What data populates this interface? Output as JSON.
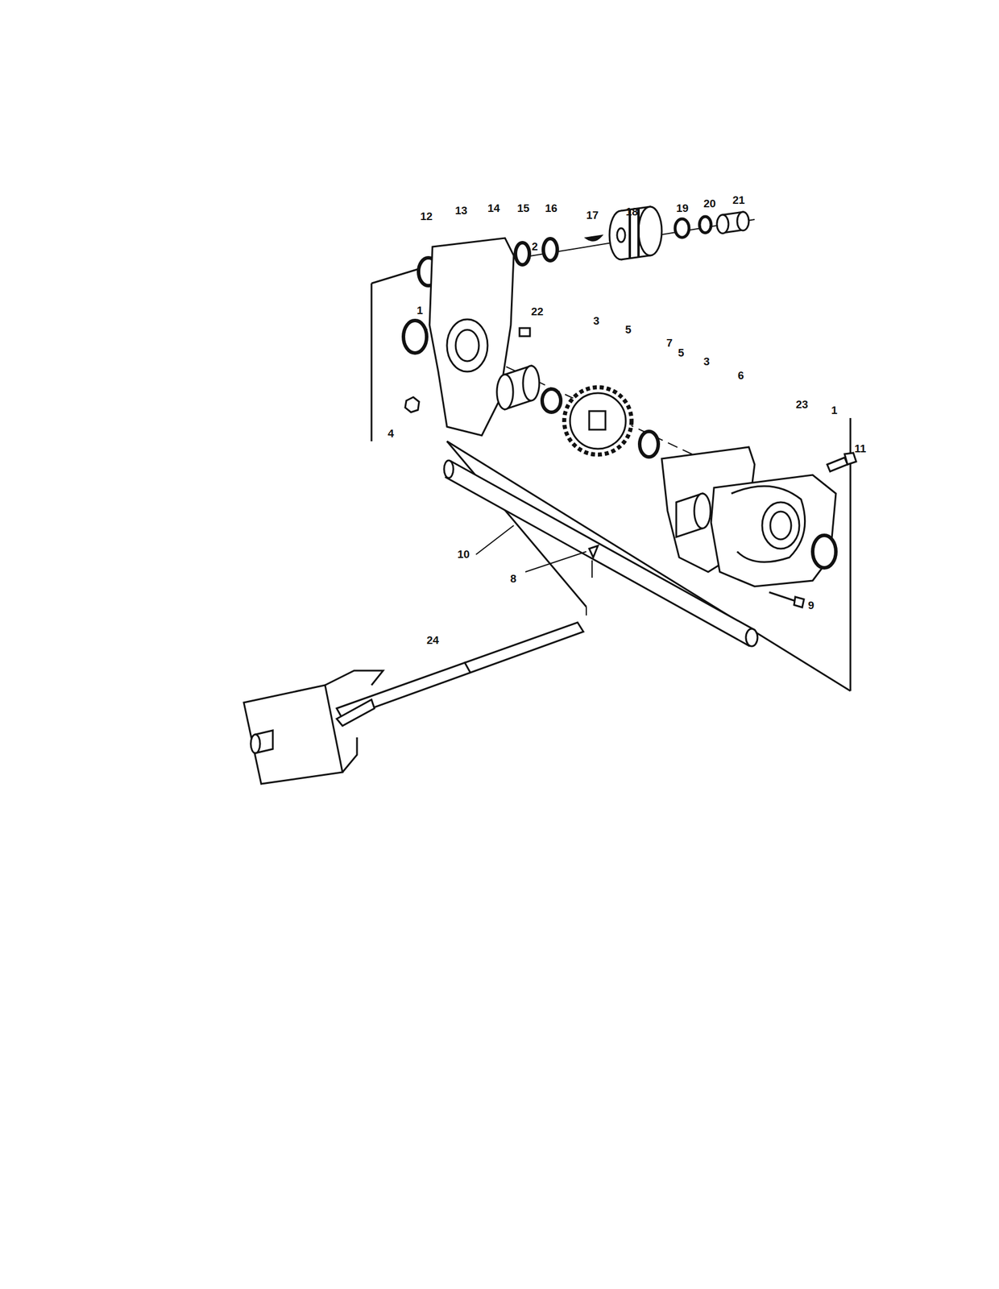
{
  "diagram": {
    "labels": [
      "12",
      "13",
      "14",
      "15",
      "16",
      "17",
      "18",
      "19",
      "20",
      "21",
      "1",
      "2",
      "22",
      "3",
      "5",
      "7",
      "5",
      "3",
      "6",
      "23",
      "1",
      "11",
      "4",
      "10",
      "8",
      "9",
      "24"
    ]
  }
}
